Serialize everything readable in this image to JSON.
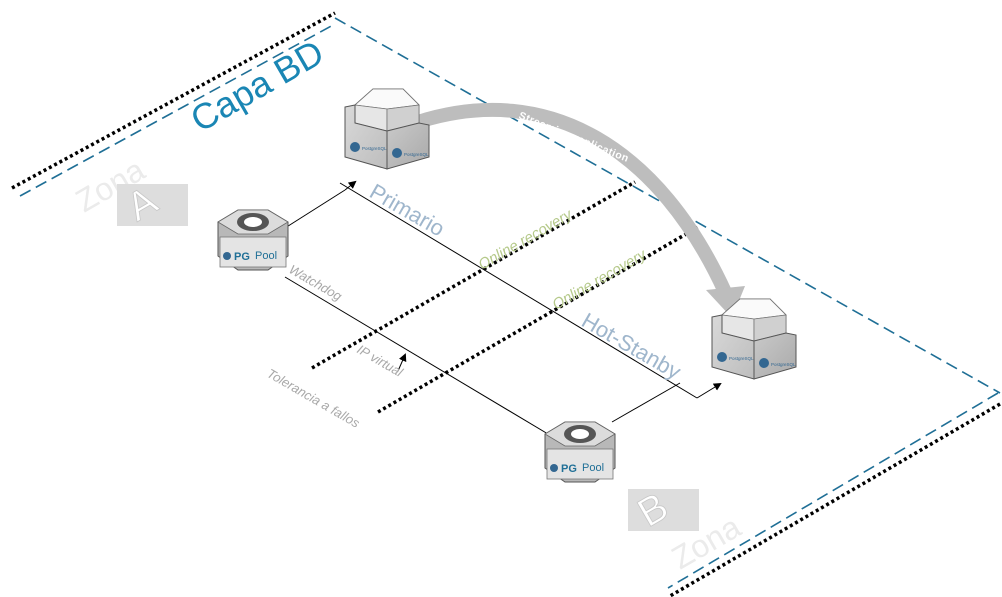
{
  "layer_title": "Capa BD",
  "zones": {
    "a": {
      "label": "Zona",
      "letter": "A"
    },
    "b": {
      "label": "Zona",
      "letter": "B"
    }
  },
  "nodes": {
    "primary": {
      "label": "Primario",
      "logo_left": "PostgreSQL",
      "logo_right": "PostgreSQL"
    },
    "standby": {
      "label": "Hot-Stanby",
      "logo_left": "PostgreSQL",
      "logo_right": "PostgreSQL"
    },
    "pgpool_a": {
      "left": "PG",
      "right": "Pool"
    },
    "pgpool_b": {
      "left": "PG",
      "right": "Pool"
    }
  },
  "edges": {
    "replication": "Streaming replication",
    "recovery_1": "Online recovery",
    "recovery_2": "Online recovery",
    "watchdog": "Watchdog",
    "virtual_ip": "IP virtual",
    "fault_tolerance": "Tolerancia a fallos"
  },
  "colors": {
    "title": "#1a86b4",
    "zone_line": "#1f6f96",
    "label_blue": "#9fb6cc",
    "label_green": "#b5c98a",
    "grey_text": "#a8a8a8",
    "arrow": "#bdbdbd"
  }
}
